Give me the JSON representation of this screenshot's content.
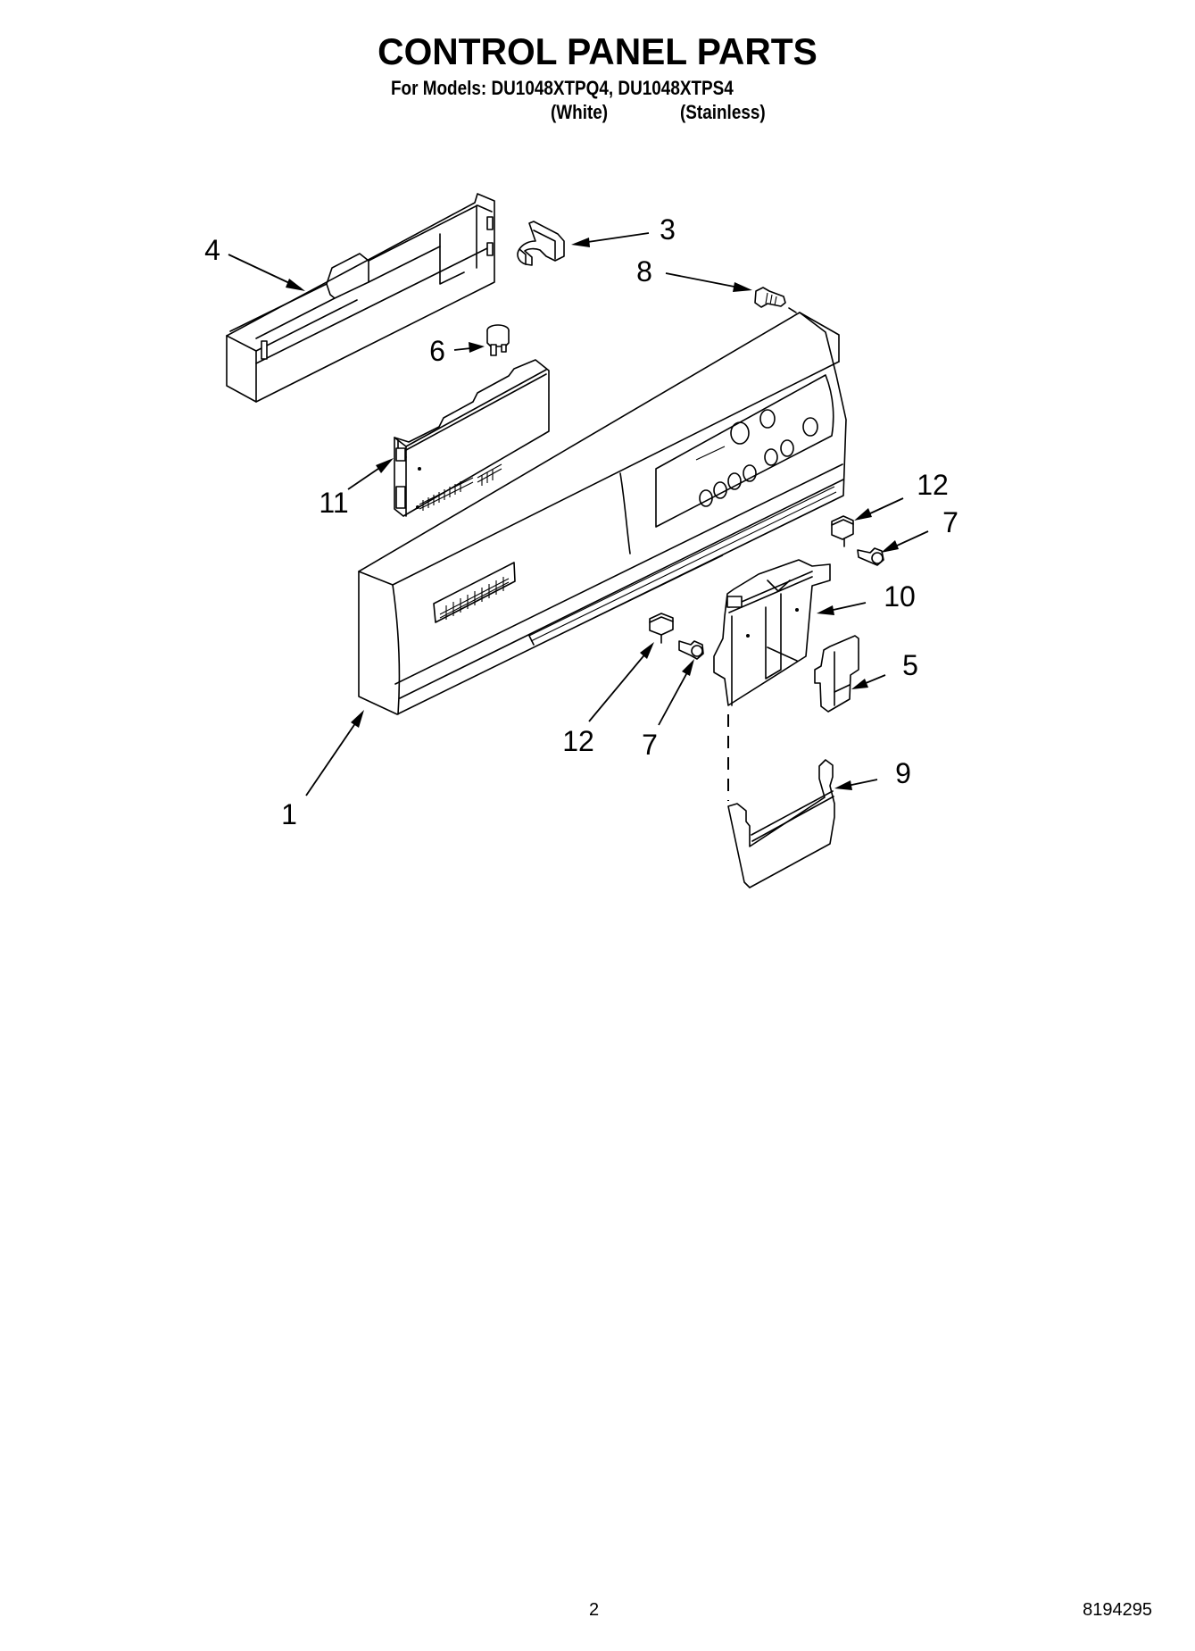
{
  "header": {
    "title": "CONTROL PANEL PARTS",
    "models_line": "For Models: DU1048XTPQ4, DU1048XTPS4",
    "variants": [
      "(White)",
      "(Stainless)"
    ]
  },
  "diagram": {
    "callouts": [
      {
        "id": "1",
        "label": "1",
        "part": "control-panel"
      },
      {
        "id": "3",
        "label": "3",
        "part": "clip"
      },
      {
        "id": "4",
        "label": "4",
        "part": "panel-cover-box"
      },
      {
        "id": "5",
        "label": "5",
        "part": "bracket-clip"
      },
      {
        "id": "6",
        "label": "6",
        "part": "thermal-fuse-cap"
      },
      {
        "id": "7a",
        "label": "7",
        "part": "screw-right"
      },
      {
        "id": "7b",
        "label": "7",
        "part": "screw-left"
      },
      {
        "id": "8",
        "label": "8",
        "part": "screw-top"
      },
      {
        "id": "9",
        "label": "9",
        "part": "latch-bracket"
      },
      {
        "id": "10",
        "label": "10",
        "part": "door-latch-assembly"
      },
      {
        "id": "11",
        "label": "11",
        "part": "electronic-control-board"
      },
      {
        "id": "12a",
        "label": "12",
        "part": "switch-actuator-right"
      },
      {
        "id": "12b",
        "label": "12",
        "part": "switch-actuator-left"
      }
    ]
  },
  "footer": {
    "page_number": "2",
    "document_number": "8194295"
  }
}
